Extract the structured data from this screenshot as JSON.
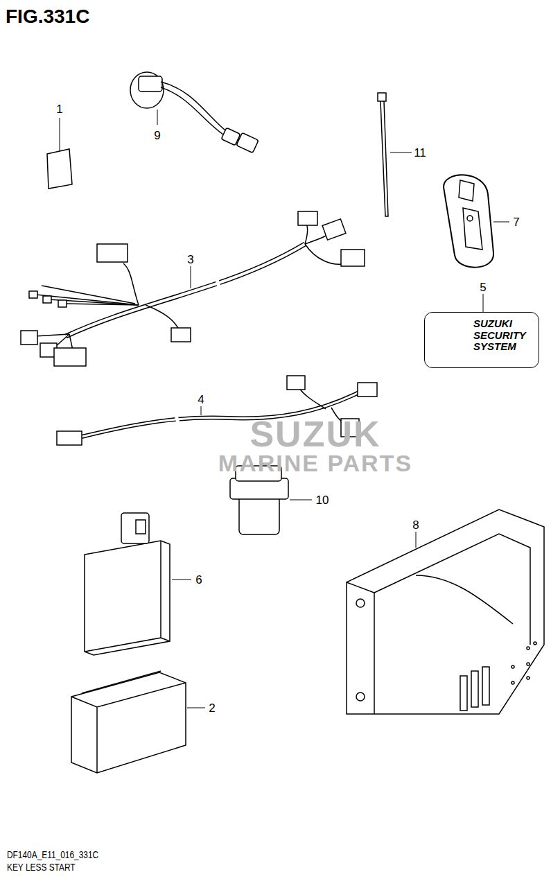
{
  "diagram": {
    "title": "FIG.331C",
    "caption": "KEY LESS START",
    "nodes": [
      {
        "text": [
          "SUZUKI SECURITY SYSTEM"
        ]
      }
    ],
    "labels": [
      "1",
      "9",
      "11",
      "7",
      "3",
      "5",
      "4",
      "10",
      "6",
      "8",
      "2",
      "SUZUK",
      "MARINE PARTS",
      "DF140A_E11_016_331C"
    ]
  }
}
